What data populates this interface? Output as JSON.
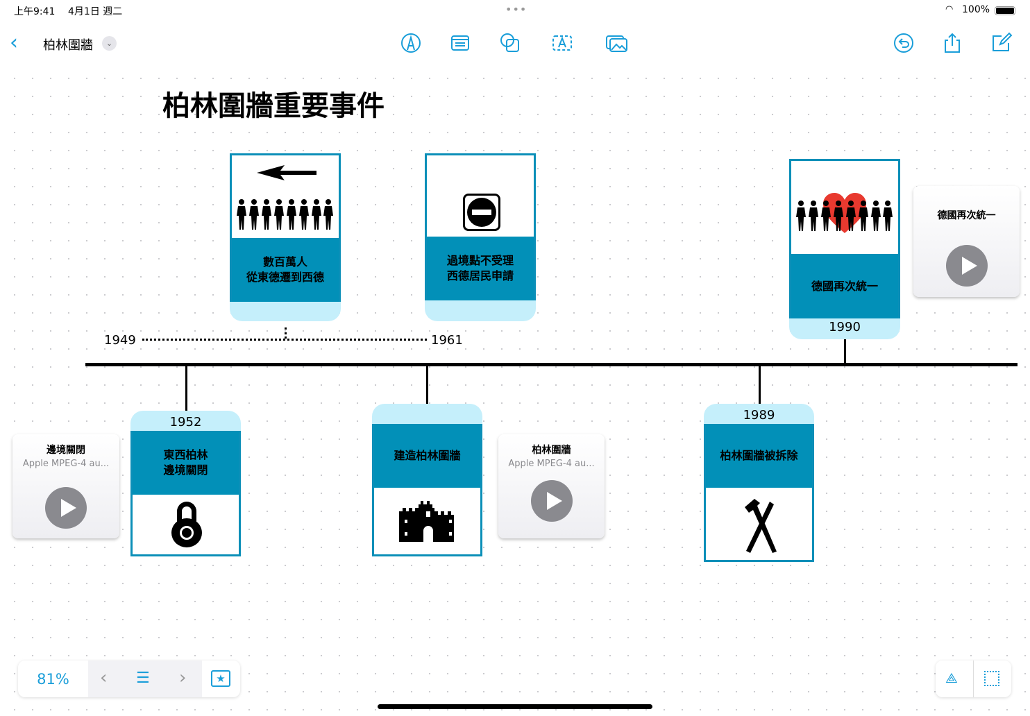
{
  "status": {
    "time": "上午9:41",
    "date": "4月1日 週二",
    "battery": "100%"
  },
  "toolbar": {
    "doc_title": "柏林圍牆"
  },
  "board": {
    "title": "柏林圍牆重要事件",
    "cards": [
      {
        "text": "數百萬人\n從東德遷到西德",
        "year": ""
      },
      {
        "text": "過境點不受理\n西德居民申請",
        "year": ""
      },
      {
        "text": "德國再次統一",
        "year": "1990"
      },
      {
        "text": "東西柏林\n邊境關閉",
        "year": "1952"
      },
      {
        "text": "建造柏林圍牆",
        "year": ""
      },
      {
        "text": "柏林圍牆被拆除",
        "year": "1989"
      }
    ],
    "audio": [
      {
        "title": "德國再次統一",
        "subtitle": ""
      },
      {
        "title": "邊境關閉",
        "subtitle": "Apple MPEG-4 au..."
      },
      {
        "title": "柏林圍牆",
        "subtitle": "Apple MPEG-4 au..."
      }
    ],
    "range_start": "1949",
    "range_end": "1961"
  },
  "bottom": {
    "zoom": "81%"
  },
  "colors": {
    "accent": "#1a9ed9",
    "teal": "#0290b8",
    "light": "#c5effb"
  }
}
